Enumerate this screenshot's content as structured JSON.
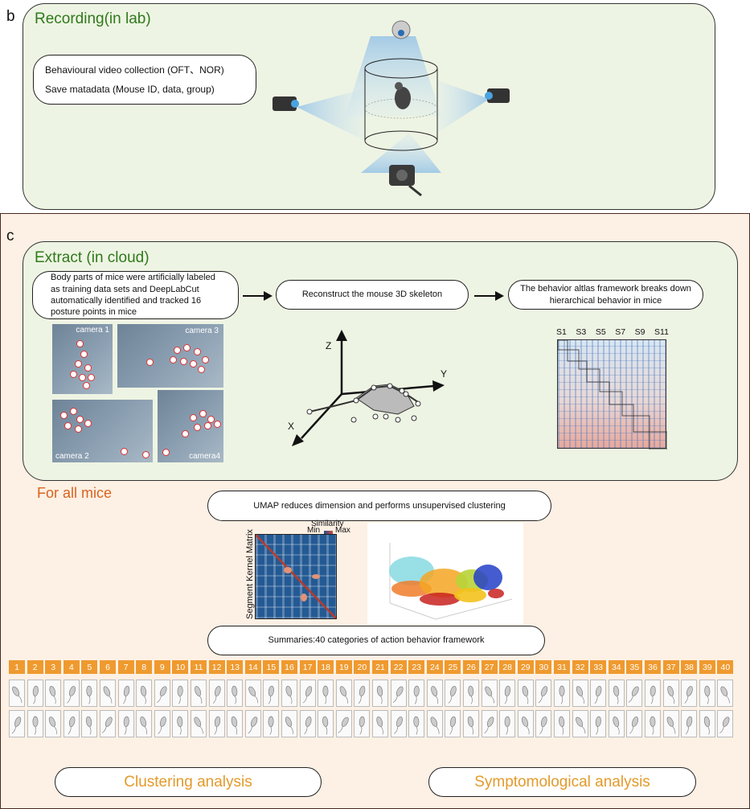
{
  "panel_b": {
    "label": "b",
    "title": "Recording(in lab)",
    "info_lines": [
      "Behavioural video collection (OFT、NOR)",
      "Save matadata (Mouse ID, data, group)"
    ]
  },
  "panel_c": {
    "label": "c",
    "extract_title": "Extract (in cloud)",
    "step1": "Body parts of mice were artificially labeled as training data sets and DeepLabCut automatically identified and tracked 16 posture points in mice",
    "step2": "Reconstruct the mouse 3D skeleton",
    "step3": "The behavior altlas framework breaks down hierarchical behavior in mice",
    "cameras": [
      "camera 1",
      "camera 3",
      "camera 2",
      "camera4"
    ],
    "axes": {
      "x": "X",
      "y": "Y",
      "z": "Z"
    },
    "segment_labels": [
      "S1",
      "S3",
      "S5",
      "S7",
      "S9",
      "S11"
    ],
    "for_all_mice": "For all mice",
    "umap_step": "UMAP reduces dimension and performs unsupervised clustering",
    "kernel_matrix_label": "Segment Kernel Matrix",
    "similarity": {
      "title": "Similarity",
      "min": "Min",
      "max": "Max"
    },
    "summary_step": "Summaries:40 categories of action behavior framework",
    "categories": [
      "1",
      "2",
      "3",
      "4",
      "5",
      "6",
      "7",
      "8",
      "9",
      "10",
      "11",
      "12",
      "13",
      "14",
      "15",
      "16",
      "17",
      "18",
      "19",
      "20",
      "21",
      "22",
      "23",
      "24",
      "25",
      "26",
      "27",
      "28",
      "29",
      "30",
      "31",
      "32",
      "33",
      "34",
      "35",
      "36",
      "37",
      "38",
      "39",
      "40"
    ],
    "clustering_label": "Clustering analysis",
    "symptom_label": "Symptomological analysis"
  },
  "colors": {
    "green_bg": "#eef4e3",
    "peach_bg": "#fdf0e4",
    "orange": "#ef9a2f",
    "title_green": "#2f7a1c",
    "orange_text": "#d9641e"
  }
}
